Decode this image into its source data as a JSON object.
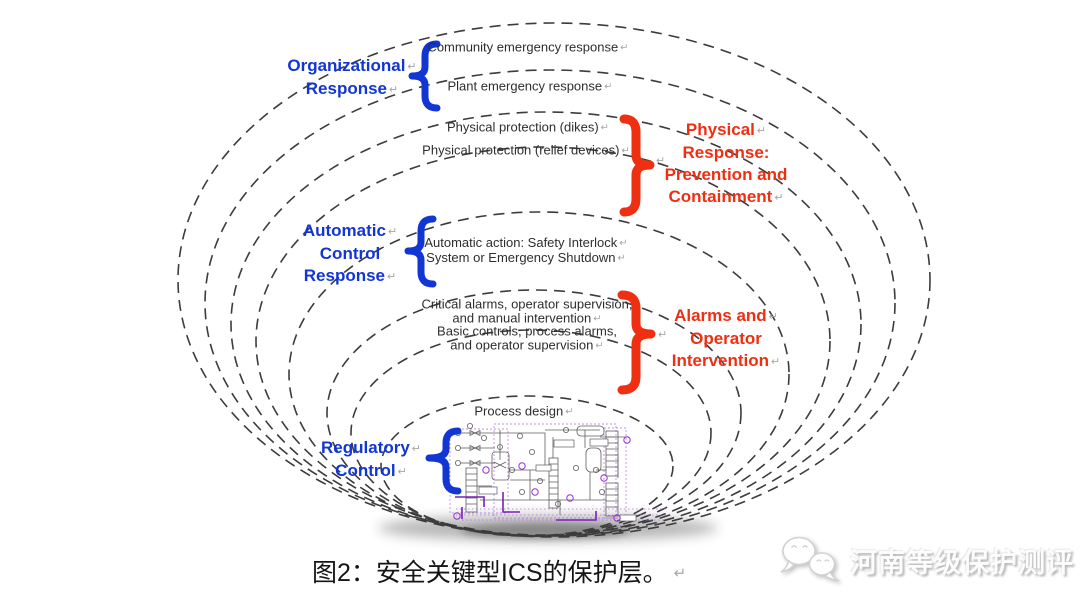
{
  "diagram": {
    "rings": [
      {
        "name": "community-emergency-response",
        "lines": [
          "Community emergency response"
        ]
      },
      {
        "name": "plant-emergency-response",
        "lines": [
          "Plant emergency response"
        ]
      },
      {
        "name": "physical-protection-dikes",
        "lines": [
          "Physical protection (dikes)"
        ]
      },
      {
        "name": "physical-protection-relief",
        "lines": [
          "Physical protection (relief devices)"
        ]
      },
      {
        "name": "automatic-action",
        "lines": [
          "Automatic action: Safety Interlock",
          "System or Emergency Shutdown"
        ]
      },
      {
        "name": "critical-alarms",
        "lines": [
          "Critical alarms, operator supervision,",
          "and manual intervention"
        ]
      },
      {
        "name": "basic-controls",
        "lines": [
          "Basic controls, process alarms,",
          "and operator supervision"
        ]
      },
      {
        "name": "process-design",
        "lines": [
          "Process design"
        ]
      }
    ],
    "annotations": [
      {
        "name": "organizational-response",
        "color": "blue",
        "lines": [
          "Organizational",
          "Response"
        ]
      },
      {
        "name": "physical-response",
        "color": "red",
        "lines": [
          "Physical",
          "Response:",
          "Prevention and",
          "Containment"
        ]
      },
      {
        "name": "automatic-control-response",
        "color": "blue",
        "lines": [
          "Automatic",
          "Control",
          "Response"
        ]
      },
      {
        "name": "alarms-operator-intervention",
        "color": "red",
        "lines": [
          "Alarms and",
          "Operator",
          "Intervention"
        ]
      },
      {
        "name": "regulatory-control",
        "color": "blue",
        "lines": [
          "Regulatory",
          "Control"
        ]
      }
    ]
  },
  "caption": {
    "text": "图2：安全关键型ICS的保护层。"
  },
  "watermark": {
    "text": "河南等级保护测评",
    "icon": "wechat-speech-bubbles"
  },
  "marks": {
    "return": "↵"
  },
  "colors": {
    "annotation_blue": "#1236d3",
    "annotation_red": "#ee2f12",
    "ring_dash": "#3c3c3c",
    "ring_label_text": "#2e2e2e",
    "return_mark": "#a6a6a6",
    "schematic_purple": "#9b30d0"
  }
}
